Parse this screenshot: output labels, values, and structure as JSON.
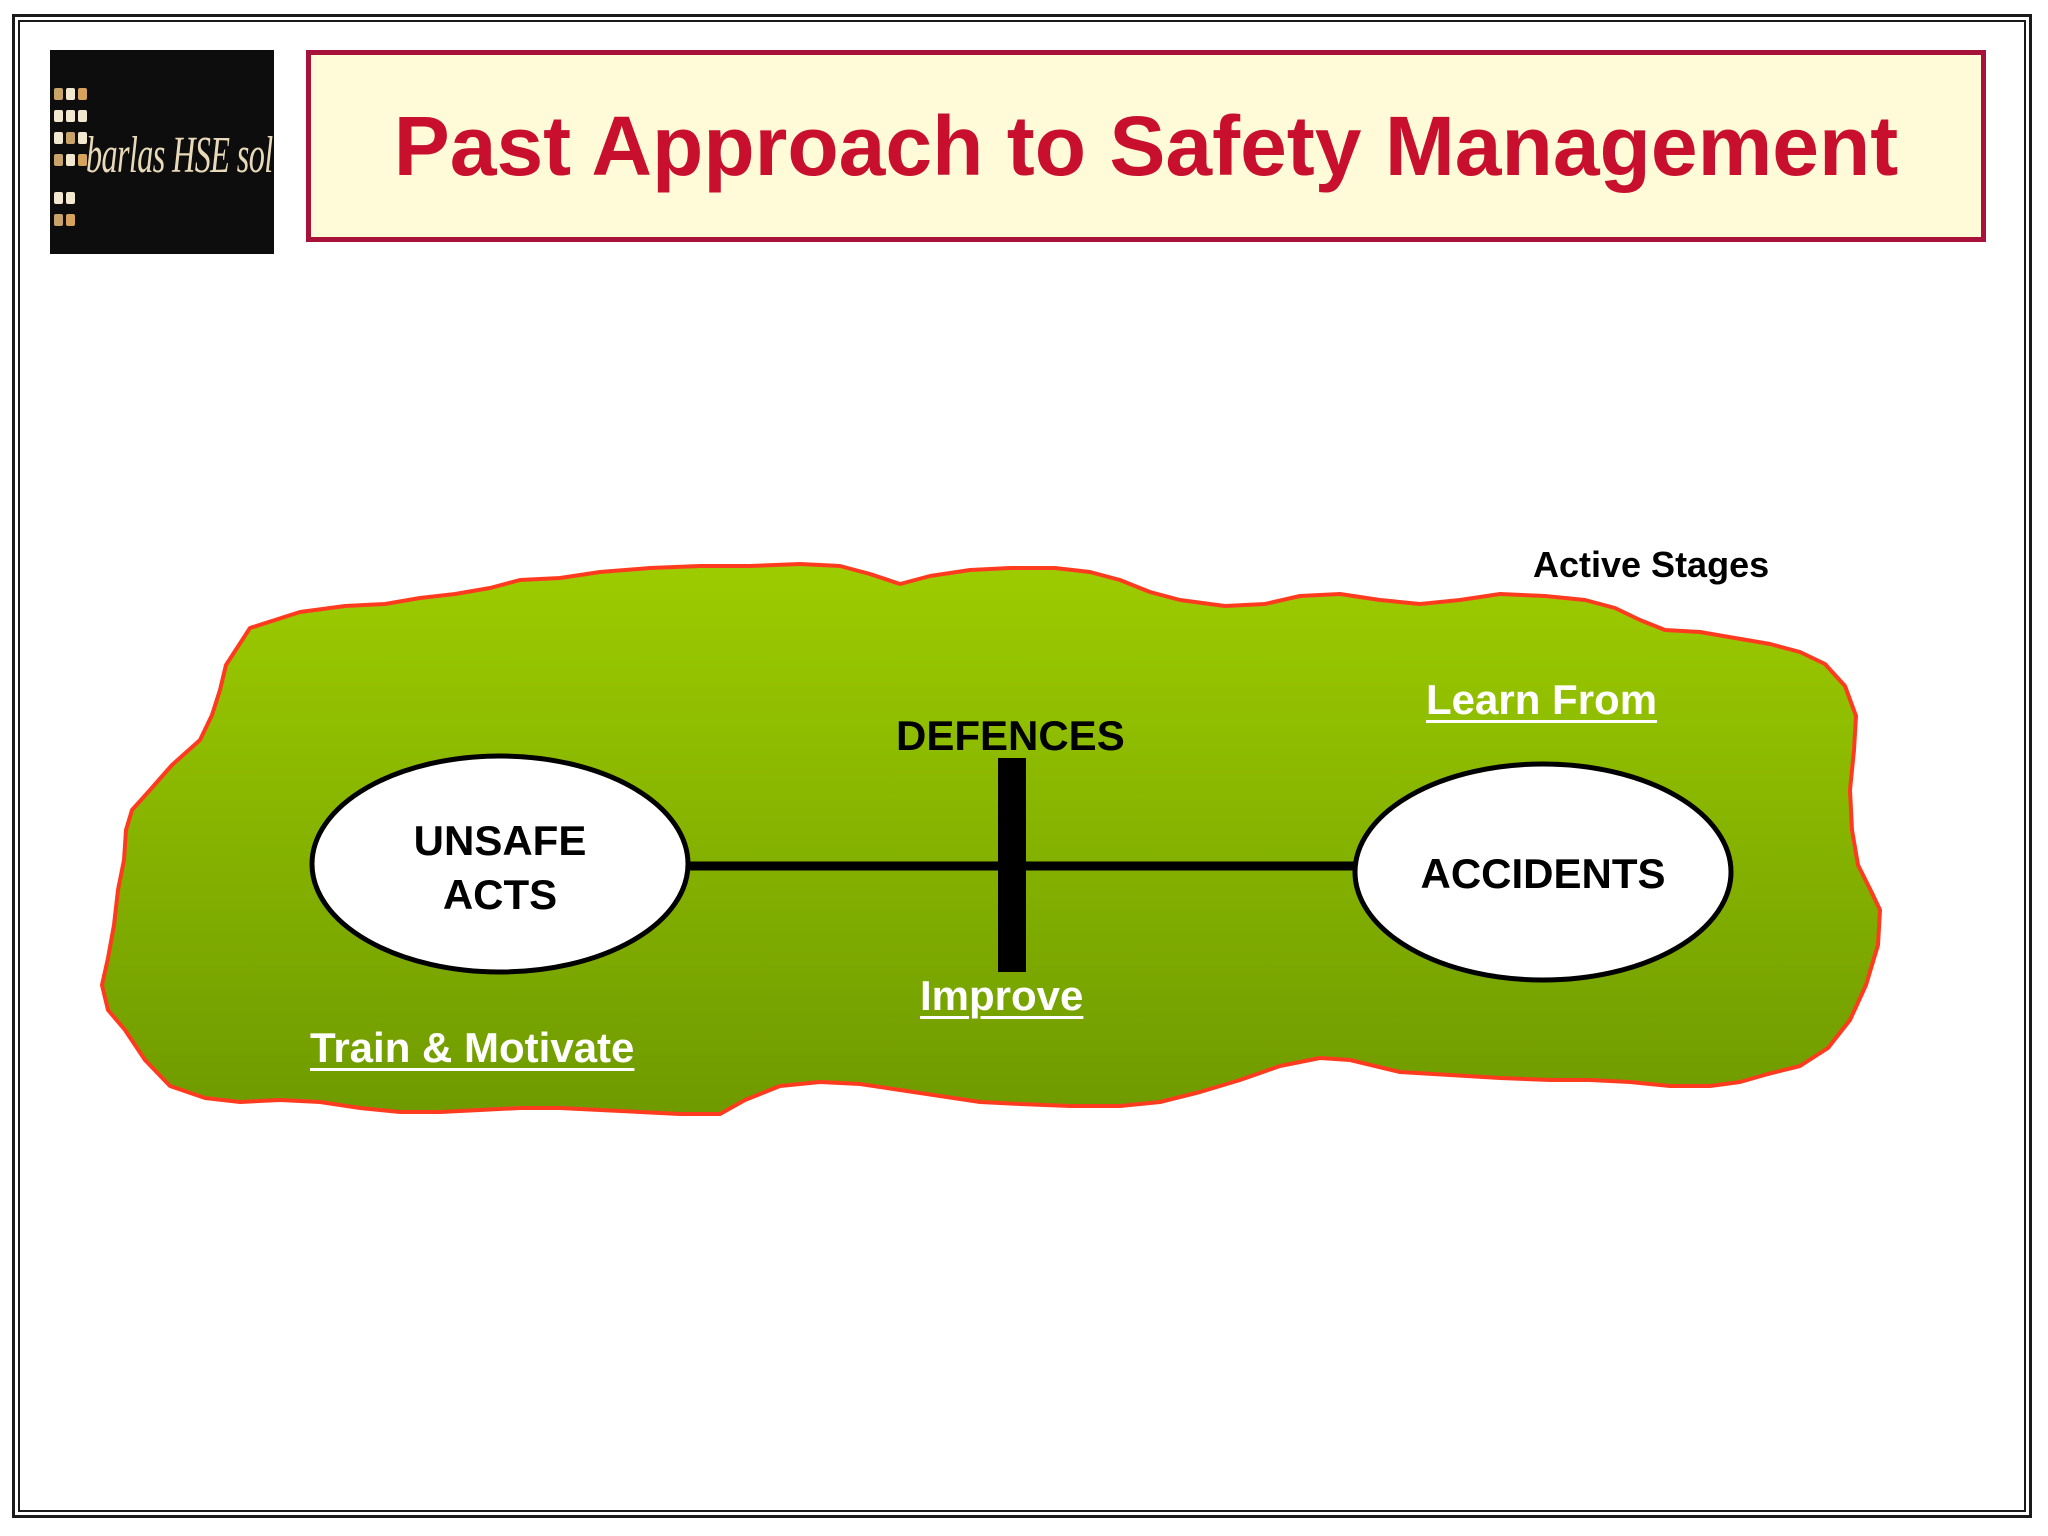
{
  "slide": {
    "title": "Past Approach to Safety Management",
    "title_color": "#c8102e",
    "title_box_fill": "#fffbd8",
    "title_box_border": "#a8123a"
  },
  "logo": {
    "text": "barlas HSE solutions",
    "background": "#0d0d0d",
    "dot_colors": [
      "#c9a469",
      "#f2e8cf",
      "#d7a25c"
    ]
  },
  "diagram": {
    "region_fill_top": "#9dcc00",
    "region_fill_bottom": "#6f9a00",
    "region_border": "#ff3b1f",
    "region_label": "Active Stages",
    "nodes": {
      "unsafe_acts": {
        "line1": "UNSAFE",
        "line2": "ACTS"
      },
      "accidents": {
        "label": "ACCIDENTS"
      }
    },
    "barrier": {
      "label": "DEFENCES"
    },
    "actions": {
      "train": "Train & Motivate",
      "improve": "Improve",
      "learn": "Learn From"
    }
  }
}
